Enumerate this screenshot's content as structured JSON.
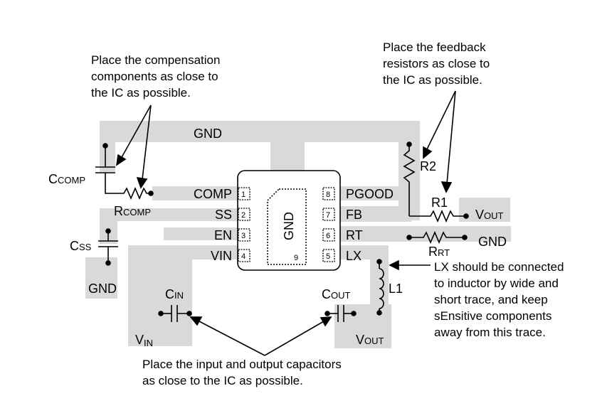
{
  "notes": {
    "compensation": [
      "Place the compensation",
      "components as close to",
      "the IC as possible."
    ],
    "feedback": [
      "Place the feedback",
      "resistors as close to",
      "the IC as possible."
    ],
    "lx": [
      "LX should be connected",
      "to inductor by wide and",
      "short trace, and keep",
      "sEnsitive components",
      "away from this trace."
    ],
    "capacitors": [
      "Place the input and output capacitors",
      "as close to the IC as possible."
    ]
  },
  "pins": [
    {
      "num": "1",
      "name": "COMP"
    },
    {
      "num": "2",
      "name": "SS"
    },
    {
      "num": "3",
      "name": "EN"
    },
    {
      "num": "4",
      "name": "VIN"
    },
    {
      "num": "8",
      "name": "PGOOD"
    },
    {
      "num": "7",
      "name": "FB"
    },
    {
      "num": "6",
      "name": "RT"
    },
    {
      "num": "5",
      "name": "LX"
    }
  ],
  "pad": {
    "label": "GND",
    "num": "9"
  },
  "nets": {
    "gnd_top": "GND",
    "gnd_ss": "GND",
    "gnd_rt": "GND",
    "vout_fb_main": "V",
    "vout_fb_sub": "OUT",
    "vout_cap_main": "V",
    "vout_cap_sub": "OUT",
    "vin_main": "V",
    "vin_sub": "IN"
  },
  "components": {
    "ccomp_main": "C",
    "ccomp_sub": "COMP",
    "rcomp_main": "R",
    "rcomp_sub": "COMP",
    "css_main": "C",
    "css_sub": "SS",
    "cin_main": "C",
    "cin_sub": "IN",
    "cout_main": "C",
    "cout_sub": "OUT",
    "r2": "R2",
    "r1": "R1",
    "rrt_main": "R",
    "rrt_sub": "RT",
    "l1": "L1"
  },
  "colors": {
    "copper": "#d9d9d9",
    "ink": "#000000"
  }
}
